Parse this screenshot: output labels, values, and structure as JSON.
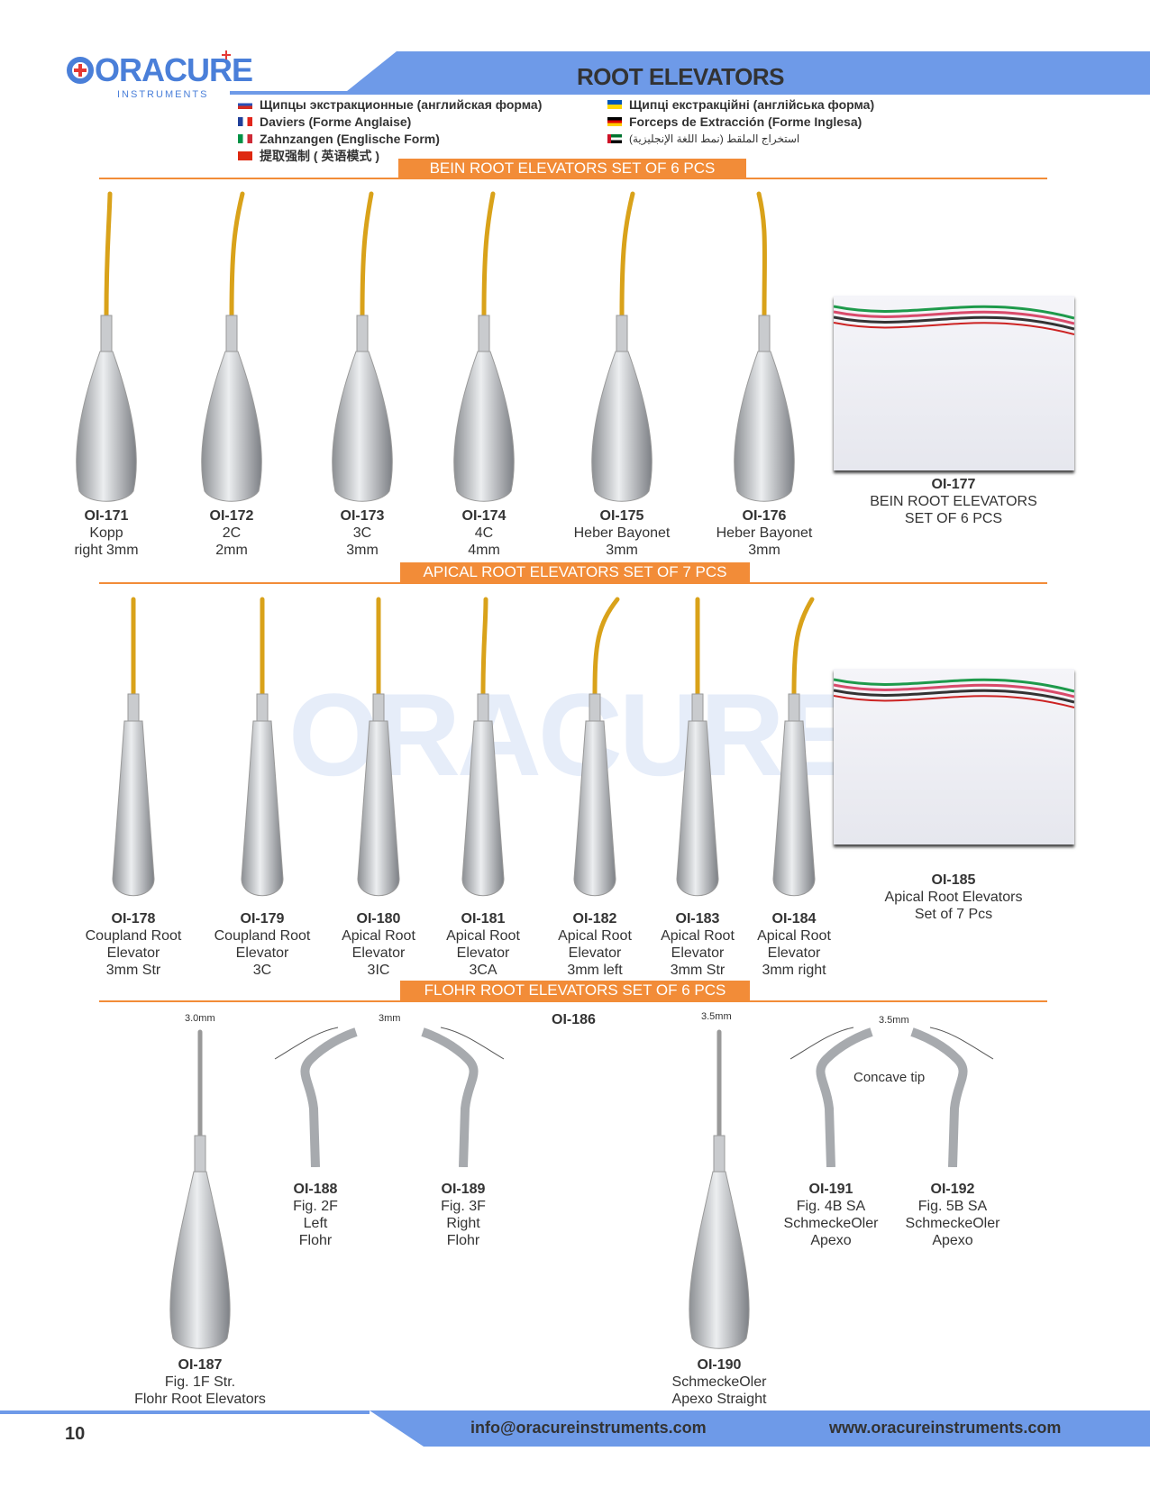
{
  "brand": {
    "name": "ORACURE",
    "sub": "INSTRUMENTS"
  },
  "header": {
    "title": "ROOT ELEVATORS"
  },
  "languages": [
    {
      "flag": "ru",
      "text": "Щипцы экстракционные (английская форма)"
    },
    {
      "flag": "fr",
      "text": "Daviers (Forme Anglaise)"
    },
    {
      "flag": "it",
      "text": "Zahnzangen (Englische Form)"
    },
    {
      "flag": "cn",
      "text": "提取强制 ( 英语模式 )"
    },
    {
      "flag": "ua",
      "text": "Щипці екстракційні (англійська форма)"
    },
    {
      "flag": "de",
      "text": "Forceps de Extracción (Forme Inglesa)"
    },
    {
      "flag": "ae",
      "text": "استخراج الملقط (نمط اللغة الإنجليزية)"
    }
  ],
  "sections": [
    {
      "title": "BEIN ROOT ELEVATORS SET OF 6 PCS",
      "items": [
        {
          "code": "OI-171",
          "l1": "Kopp",
          "l2": "right 3mm"
        },
        {
          "code": "OI-172",
          "l1": "2C",
          "l2": "2mm"
        },
        {
          "code": "OI-173",
          "l1": "3C",
          "l2": "3mm"
        },
        {
          "code": "OI-174",
          "l1": "4C",
          "l2": "4mm"
        },
        {
          "code": "OI-175",
          "l1": "Heber Bayonet",
          "l2": "3mm"
        },
        {
          "code": "OI-176",
          "l1": "Heber Bayonet",
          "l2": "3mm"
        }
      ],
      "set": {
        "code": "OI-177",
        "l1": "BEIN ROOT ELEVATORS",
        "l2": "SET OF 6 PCS"
      }
    },
    {
      "title": "APICAL ROOT ELEVATORS SET OF 7 PCS",
      "items": [
        {
          "code": "OI-178",
          "l1": "Coupland Root",
          "l2": "Elevator",
          "l3": "3mm Str"
        },
        {
          "code": "OI-179",
          "l1": "Coupland Root",
          "l2": "Elevator",
          "l3": "3C"
        },
        {
          "code": "OI-180",
          "l1": "Apical Root",
          "l2": "Elevator",
          "l3": "3IC"
        },
        {
          "code": "OI-181",
          "l1": "Apical Root",
          "l2": "Elevator",
          "l3": "3CA"
        },
        {
          "code": "OI-182",
          "l1": "Apical Root",
          "l2": "Elevator",
          "l3": "3mm left"
        },
        {
          "code": "OI-183",
          "l1": "Apical Root",
          "l2": "Elevator",
          "l3": "3mm Str"
        },
        {
          "code": "OI-184",
          "l1": "Apical Root",
          "l2": "Elevator",
          "l3": "3mm right"
        }
      ],
      "set": {
        "code": "OI-185",
        "l1": "Apical Root Elevators",
        "l2": "Set of 7 Pcs"
      }
    },
    {
      "title": "FLOHR ROOT ELEVATORS SET OF 6 PCS",
      "set_code": "OI-186",
      "items": [
        {
          "code": "OI-187",
          "l1": "Fig. 1F Str.",
          "l2": "Flohr Root Elevators"
        },
        {
          "code": "OI-188",
          "l1": "Fig. 2F",
          "l2": "Left",
          "l3": "Flohr"
        },
        {
          "code": "OI-189",
          "l1": "Fig. 3F",
          "l2": "Right",
          "l3": "Flohr"
        },
        {
          "code": "OI-190",
          "l1": "SchmeckeOler",
          "l2": "Apexo Straight"
        },
        {
          "code": "OI-191",
          "l1": "Fig. 4B SA",
          "l2": "SchmeckeOler",
          "l3": "Apexo"
        },
        {
          "code": "OI-192",
          "l1": "Fig. 5B SA",
          "l2": "SchmeckeOler",
          "l3": "Apexo"
        }
      ],
      "dims": {
        "d1": "3.0mm",
        "d2": "3mm",
        "d3": "3.5mm",
        "d4": "3.5mm"
      },
      "concave": "Concave tip"
    }
  ],
  "footer": {
    "page": "10",
    "email": "info@oracureinstruments.com",
    "web": "www.oracureinstruments.com"
  },
  "colors": {
    "blue": "#6e9ae8",
    "orange": "#f28c38",
    "gold": "#d9a21a"
  }
}
